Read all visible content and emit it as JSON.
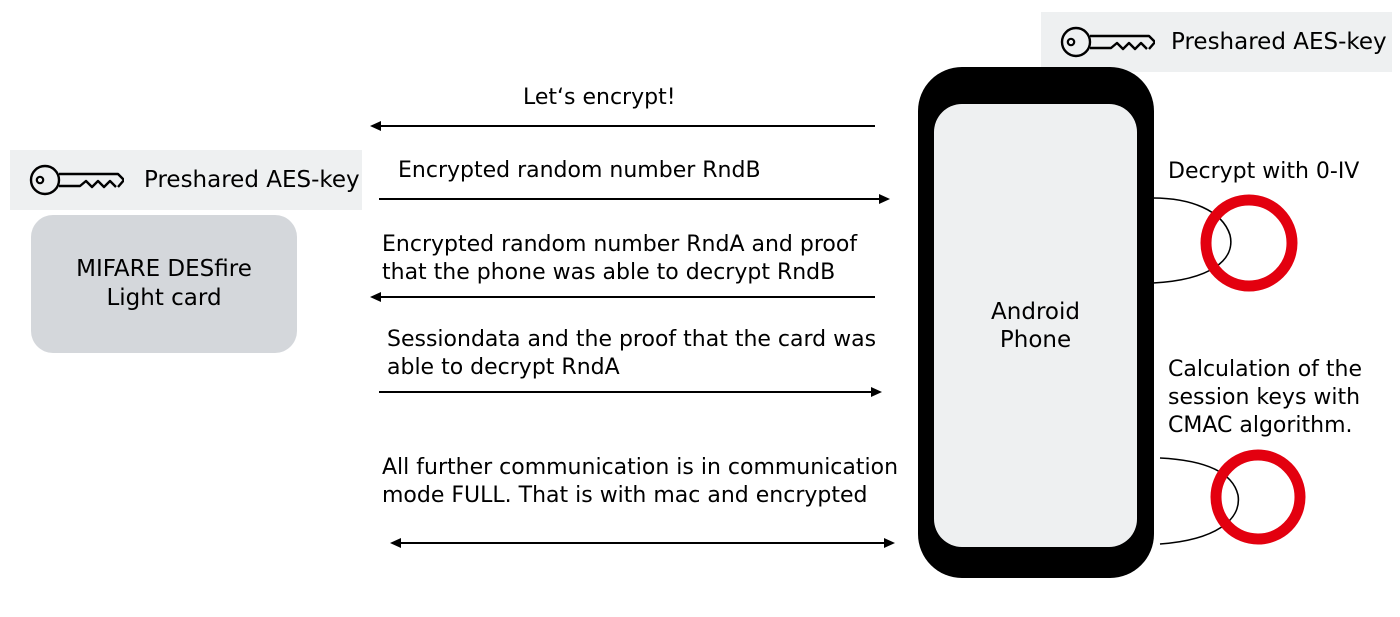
{
  "top_key": {
    "label": "Preshared AES-key",
    "icon": "key-icon"
  },
  "card_key": {
    "label": "Preshared AES-key",
    "icon": "key-icon"
  },
  "card": {
    "line1": "MIFARE DESfire",
    "line2": "Light card"
  },
  "phone": {
    "line1": "Android",
    "line2": "Phone"
  },
  "messages": {
    "m1": "Let‘s encrypt!",
    "m2": "Encrypted random number RndB",
    "m3_line1": "Encrypted random number RndA and proof",
    "m3_line2": "that the phone was able to decrypt RndB",
    "m4_line1": "Sessiondata and the proof that the card was",
    "m4_line2": "able to decrypt RndA",
    "m5_line1": "All further communication is in communication",
    "m5_line2": "mode FULL. That is with mac and encrypted"
  },
  "side_notes": {
    "decrypt": "Decrypt with 0-IV",
    "calc_line1": "Calculation of the",
    "calc_line2": "session keys with",
    "calc_line3": "CMAC algorithm."
  },
  "colors": {
    "process_ring": "#e3000f",
    "key_box_bg": "#eef0f1",
    "card_bg": "#d4d7db",
    "phone_body": "#000000"
  }
}
